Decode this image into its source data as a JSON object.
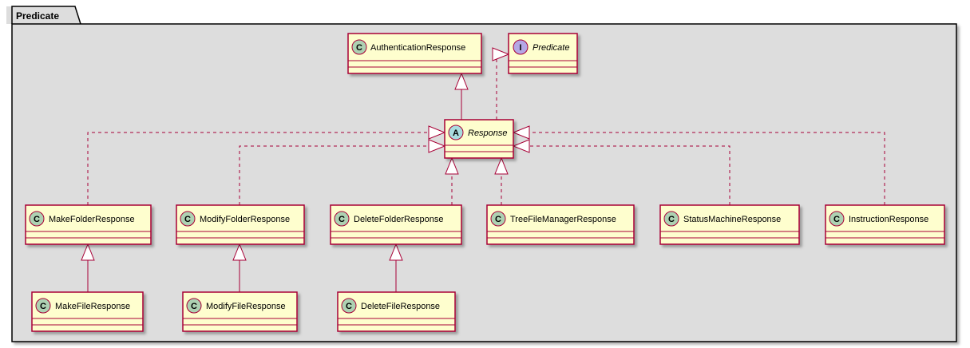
{
  "package": {
    "name": "Predicate"
  },
  "colors": {
    "package_fill": "#dddddd",
    "class_fill": "#fefece",
    "class_border": "#a80036",
    "circle_class": "#add1b2",
    "circle_interface": "#b4a7e5",
    "circle_abstract": "#a9dcdf"
  },
  "classes": {
    "authentication": {
      "name": "AuthenticationResponse",
      "kind": "class",
      "badge": "C"
    },
    "predicate": {
      "name": "Predicate",
      "kind": "interface",
      "badge": "I"
    },
    "response": {
      "name": "Response",
      "kind": "abstract",
      "badge": "A"
    },
    "make_folder": {
      "name": "MakeFolderResponse",
      "kind": "class",
      "badge": "C"
    },
    "modify_folder": {
      "name": "ModifyFolderResponse",
      "kind": "class",
      "badge": "C"
    },
    "delete_folder": {
      "name": "DeleteFolderResponse",
      "kind": "class",
      "badge": "C"
    },
    "tree_file_manager": {
      "name": "TreeFileManagerResponse",
      "kind": "class",
      "badge": "C"
    },
    "status_machine": {
      "name": "StatusMachineResponse",
      "kind": "class",
      "badge": "C"
    },
    "instruction": {
      "name": "InstructionResponse",
      "kind": "class",
      "badge": "C"
    },
    "make_file": {
      "name": "MakeFileResponse",
      "kind": "class",
      "badge": "C"
    },
    "modify_file": {
      "name": "ModifyFileResponse",
      "kind": "class",
      "badge": "C"
    },
    "delete_file": {
      "name": "DeleteFileResponse",
      "kind": "class",
      "badge": "C"
    }
  },
  "relations": [
    {
      "from": "response",
      "to": "authentication",
      "type": "extends"
    },
    {
      "from": "response",
      "to": "predicate",
      "type": "implements"
    },
    {
      "from": "make_folder",
      "to": "response",
      "type": "implements"
    },
    {
      "from": "modify_folder",
      "to": "response",
      "type": "implements"
    },
    {
      "from": "delete_folder",
      "to": "response",
      "type": "implements"
    },
    {
      "from": "tree_file_manager",
      "to": "response",
      "type": "implements"
    },
    {
      "from": "status_machine",
      "to": "response",
      "type": "implements"
    },
    {
      "from": "instruction",
      "to": "response",
      "type": "implements"
    },
    {
      "from": "make_file",
      "to": "make_folder",
      "type": "extends"
    },
    {
      "from": "modify_file",
      "to": "modify_folder",
      "type": "extends"
    },
    {
      "from": "delete_file",
      "to": "delete_folder",
      "type": "extends"
    }
  ]
}
